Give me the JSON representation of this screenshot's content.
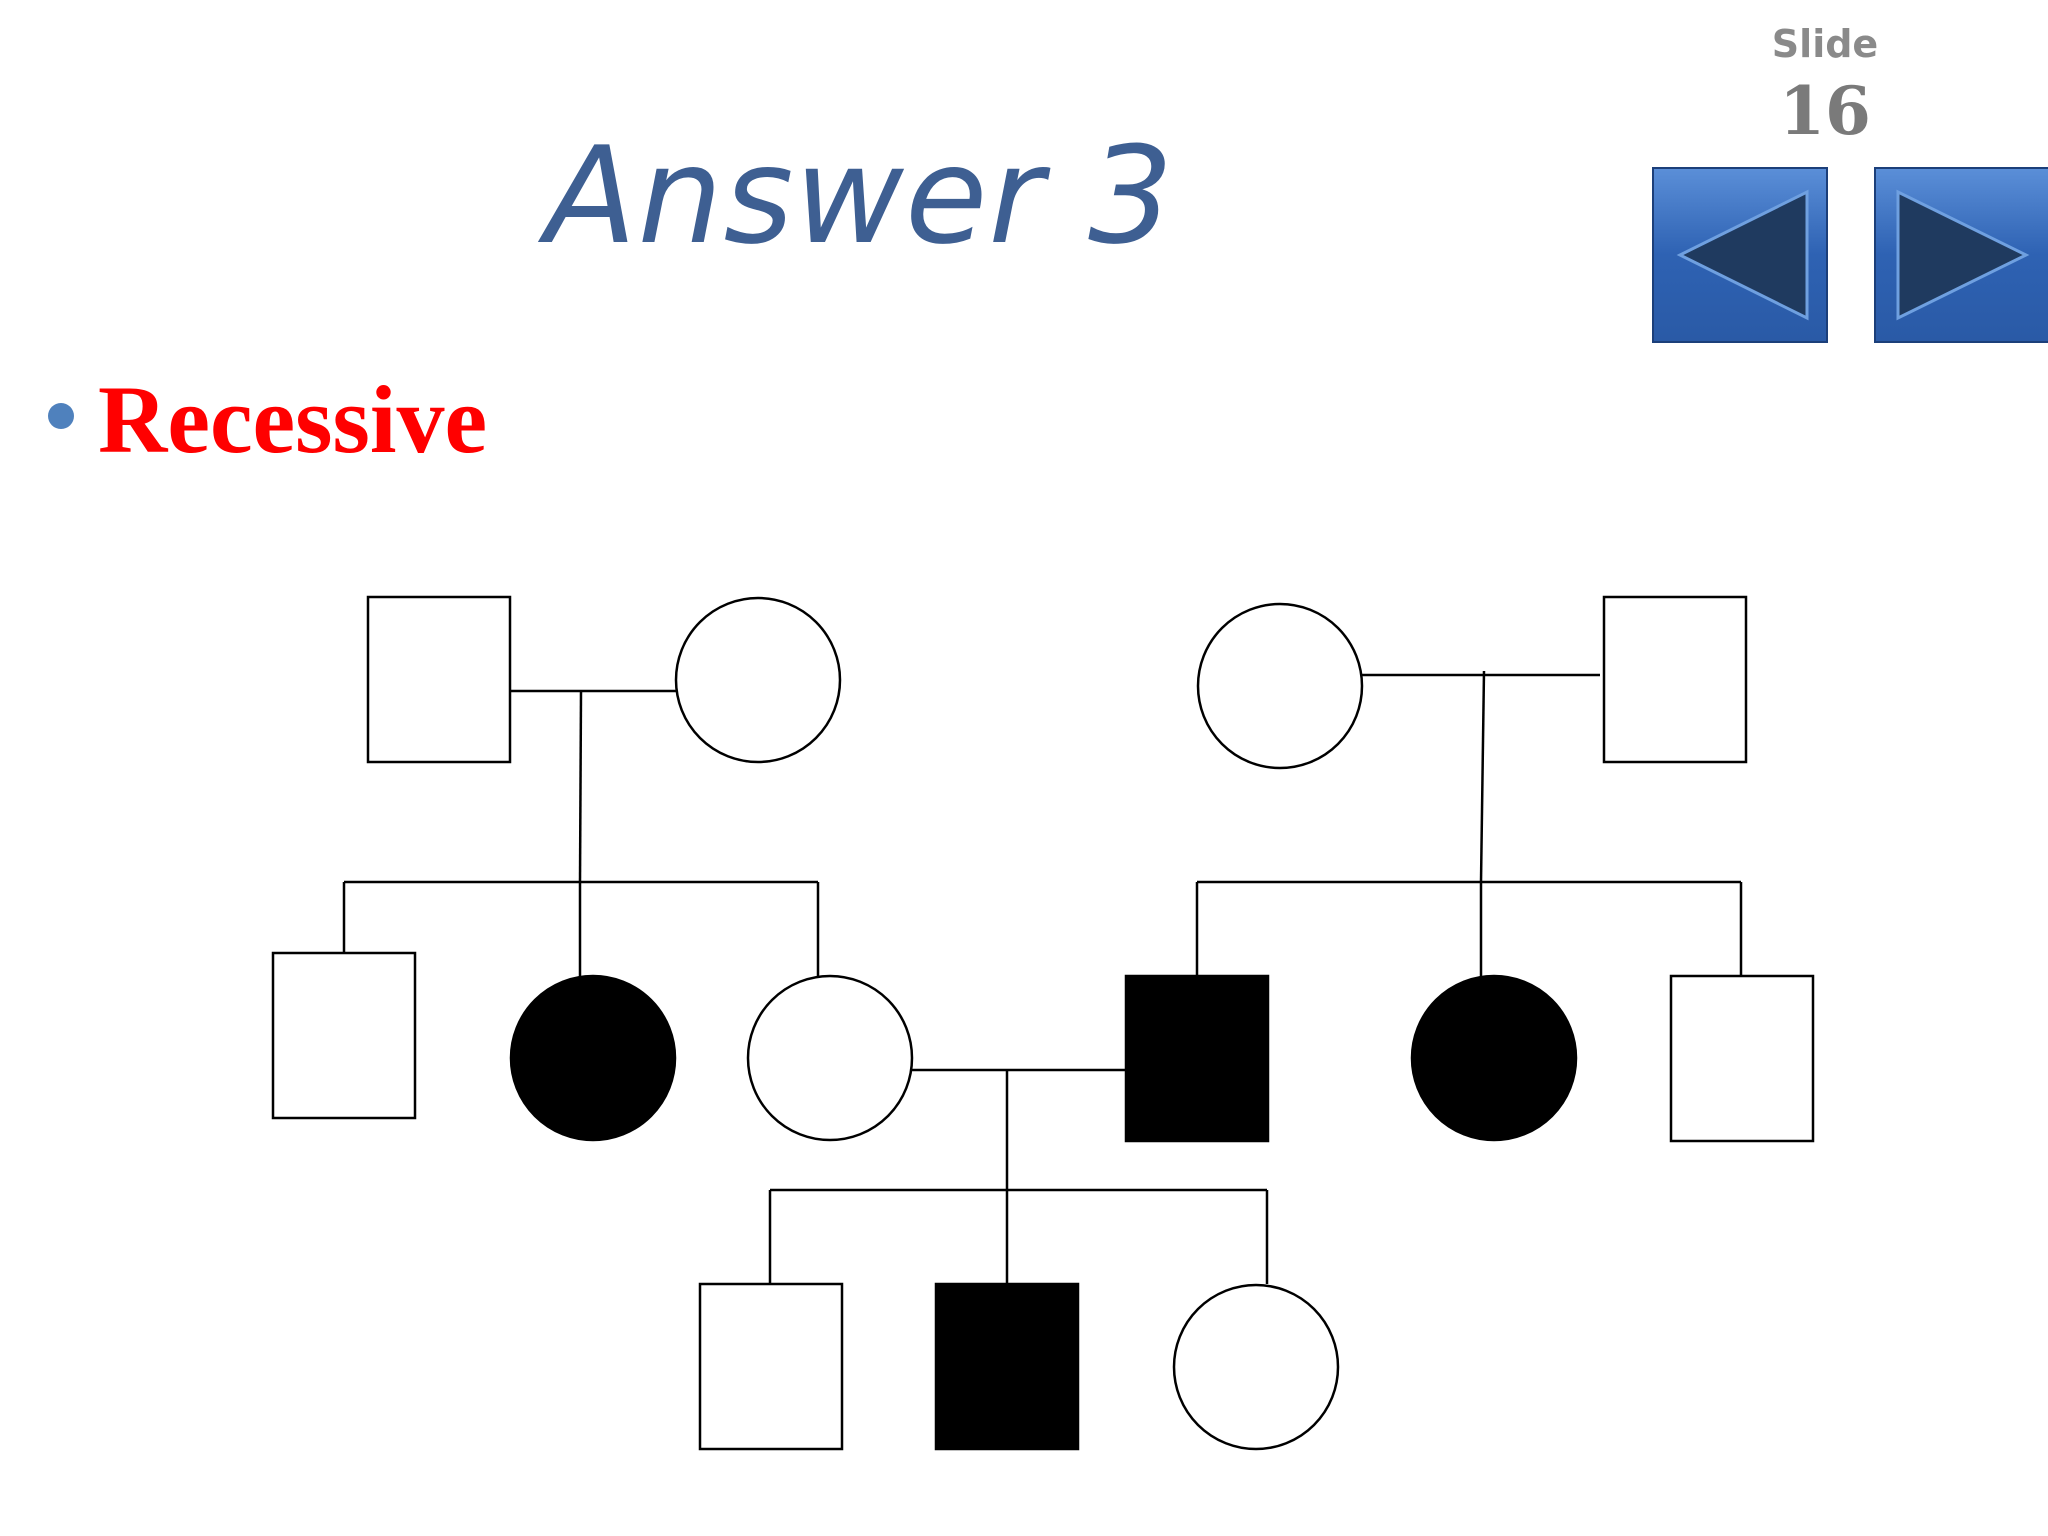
{
  "slide": {
    "label": "Slide",
    "number": "16"
  },
  "title": "Answer 3",
  "bullet": {
    "text": "Recessive"
  },
  "navigation": {
    "prev_icon": "triangle-left-icon",
    "next_icon": "triangle-right-icon",
    "button_color": "#2e62b3"
  },
  "pedigree": {
    "generation_1": [
      {
        "family": "left",
        "sex": "male",
        "affected": false
      },
      {
        "family": "left",
        "sex": "female",
        "affected": false
      },
      {
        "family": "right",
        "sex": "female",
        "affected": false
      },
      {
        "family": "right",
        "sex": "male",
        "affected": false
      }
    ],
    "generation_2": [
      {
        "sex": "male",
        "affected": false
      },
      {
        "sex": "female",
        "affected": true
      },
      {
        "sex": "female",
        "affected": false
      },
      {
        "sex": "male",
        "affected": true
      },
      {
        "sex": "female",
        "affected": true
      },
      {
        "sex": "male",
        "affected": false
      }
    ],
    "generation_3": [
      {
        "sex": "male",
        "affected": false
      },
      {
        "sex": "male",
        "affected": true
      },
      {
        "sex": "female",
        "affected": false
      }
    ],
    "colors": {
      "affected": "#000000",
      "unaffected": "#ffffff",
      "line": "#000000"
    }
  }
}
